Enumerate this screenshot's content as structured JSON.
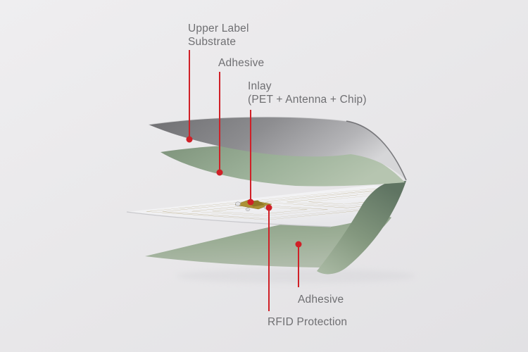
{
  "diagram": {
    "subject": "rfid-label-layer-stack",
    "callouts": {
      "upper_label_substrate": {
        "line1": "Upper Label",
        "line2": "Substrate"
      },
      "adhesive_top": {
        "line1": "Adhesive"
      },
      "inlay": {
        "line1": "Inlay",
        "line2": "(PET + Antenna + Chip)"
      },
      "adhesive_bottom": {
        "line1": "Adhesive"
      },
      "rfid_protection": {
        "line1": "RFID Protection"
      }
    },
    "colors": {
      "background": "#e9e8eb",
      "leader_red": "#d02027",
      "label_text": "#6f6f72",
      "substrate_gray": "#8f8f92",
      "adhesive_green": "#9fb49a",
      "inlay_white": "#f3f3f4",
      "antenna_trace": "#a6945f",
      "chip_gold": "#ab9136"
    }
  }
}
